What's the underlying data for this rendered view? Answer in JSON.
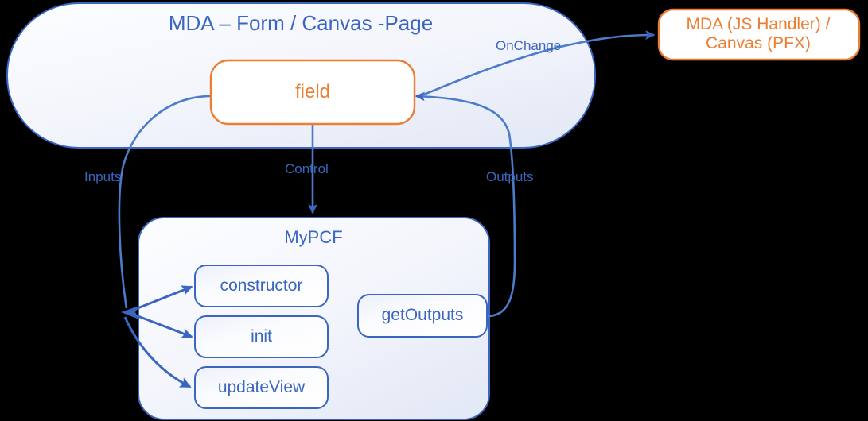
{
  "diagram": {
    "title_region": {
      "mda_container_title": "MDA – Form / Canvas -Page",
      "mypcf_container_title": "MyPCF"
    },
    "nodes": [
      {
        "id": "mda-container",
        "label": "MDA – Form / Canvas -Page",
        "style": "container",
        "border_color": "#3B66C0",
        "text_color": "#3B66C0"
      },
      {
        "id": "field",
        "label": "field",
        "style": "rounded-box",
        "border_color": "#ED7D31",
        "text_color": "#ED7D31"
      },
      {
        "id": "js-handler",
        "label": "MDA (JS Handler) /\nCanvas (PFX)",
        "style": "rounded-box",
        "border_color": "#ED7D31",
        "text_color": "#ED7D31"
      },
      {
        "id": "mypcf-container",
        "label": "MyPCF",
        "style": "container",
        "border_color": "#3B66C0",
        "text_color": "#3B66C0"
      },
      {
        "id": "constructor",
        "label": "constructor",
        "style": "rounded-box",
        "border_color": "#3B66C0",
        "text_color": "#3B66C0"
      },
      {
        "id": "init",
        "label": "init",
        "style": "rounded-box",
        "border_color": "#3B66C0",
        "text_color": "#3B66C0"
      },
      {
        "id": "update-view",
        "label": "updateView",
        "style": "rounded-box",
        "border_color": "#3B66C0",
        "text_color": "#3B66C0"
      },
      {
        "id": "get-outputs",
        "label": "getOutputs",
        "style": "rounded-box",
        "border_color": "#3B66C0",
        "text_color": "#3B66C0"
      }
    ],
    "edges": [
      {
        "id": "inputs",
        "label": "Inputs",
        "from": "field",
        "to": "constructor, init, updateView",
        "color": "#3B66C0"
      },
      {
        "id": "control",
        "label": "Control",
        "from": "field",
        "to": "mypcf-container",
        "color": "#3B66C0"
      },
      {
        "id": "outputs",
        "label": "Outputs",
        "from": "get-outputs",
        "to": "field",
        "color": "#3B66C0"
      },
      {
        "id": "onchange",
        "label": "OnChange",
        "from": "field",
        "to": "js-handler",
        "color": "#3B66C0"
      }
    ],
    "colors": {
      "accent_blue": "#3B66C0",
      "accent_orange": "#ED7D31",
      "background": "#000000",
      "container_fill_light": "#FDFDFF",
      "container_fill_tint": "#E8EBF7"
    }
  }
}
